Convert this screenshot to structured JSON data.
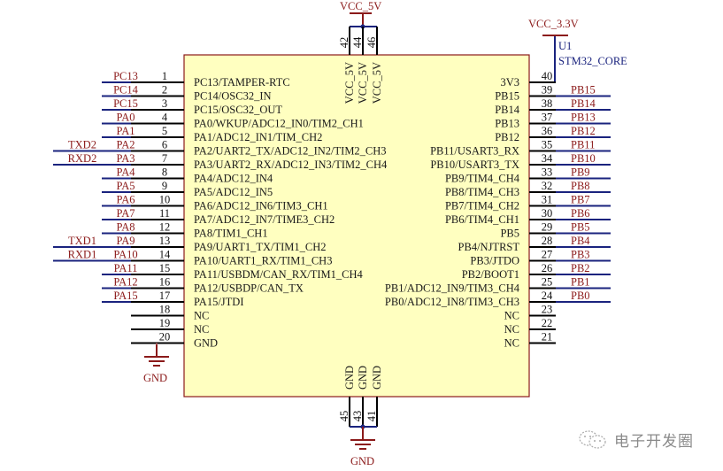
{
  "component": {
    "designator": "U1",
    "part_name": "STM32_CORE",
    "colors": {
      "body_fill": "#ffffc0",
      "body_border": "#8b1a1a",
      "wire": "#1a237e",
      "net_label": "#8b1a1a",
      "pin_line": "#000000"
    }
  },
  "power": {
    "top_net": "VCC_5V",
    "top_pins": [
      "42",
      "44",
      "46"
    ],
    "top_pin_names": [
      "VCC_5V",
      "VCC_5V",
      "VCC_5V"
    ],
    "bottom_net": "GND",
    "bottom_pins": [
      "45",
      "43",
      "41"
    ],
    "bottom_pin_names": [
      "GND",
      "GND",
      "GND"
    ],
    "left_gnd_label": "GND",
    "vcc33_net": "VCC_3.3V"
  },
  "left_pins": [
    {
      "num": "1",
      "func": "PC13/TAMPER-RTC",
      "net": "PC13",
      "ext": ""
    },
    {
      "num": "2",
      "func": "PC14/OSC32_IN",
      "net": "PC14",
      "ext": ""
    },
    {
      "num": "3",
      "func": "PC15/OSC32_OUT",
      "net": "PC15",
      "ext": ""
    },
    {
      "num": "4",
      "func": "PA0/WKUP/ADC12_IN0/TIM2_CH1",
      "net": "PA0",
      "ext": ""
    },
    {
      "num": "5",
      "func": "PA1/ADC12_IN1/TIM_CH2",
      "net": "PA1",
      "ext": ""
    },
    {
      "num": "6",
      "func": "PA2/UART2_TX/ADC12_IN2/TIM2_CH3",
      "net": "PA2",
      "ext": "TXD2"
    },
    {
      "num": "7",
      "func": "PA3/UART2_RX/ADC12_IN3/TIM2_CH4",
      "net": "PA3",
      "ext": "RXD2"
    },
    {
      "num": "8",
      "func": "PA4/ADC12_IN4",
      "net": "PA4",
      "ext": ""
    },
    {
      "num": "9",
      "func": "PA5/ADC12_IN5",
      "net": "PA5",
      "ext": ""
    },
    {
      "num": "10",
      "func": "PA6/ADC12_IN6/TIM3_CH1",
      "net": "PA6",
      "ext": ""
    },
    {
      "num": "11",
      "func": "PA7/ADC12_IN7/TIME3_CH2",
      "net": "PA7",
      "ext": ""
    },
    {
      "num": "12",
      "func": "PA8/TIM1_CH1",
      "net": "PA8",
      "ext": ""
    },
    {
      "num": "13",
      "func": "PA9/UART1_TX/TIM1_CH2",
      "net": "PA9",
      "ext": "TXD1"
    },
    {
      "num": "14",
      "func": "PA10/UART1_RX/TIM1_CH3",
      "net": "PA10",
      "ext": "RXD1"
    },
    {
      "num": "15",
      "func": "PA11/USBDM/CAN_RX/TIM1_CH4",
      "net": "PA11",
      "ext": ""
    },
    {
      "num": "16",
      "func": "PA12/USBDP/CAN_TX",
      "net": "PA12",
      "ext": ""
    },
    {
      "num": "17",
      "func": "PA15/JTDI",
      "net": "PA15",
      "ext": ""
    },
    {
      "num": "18",
      "func": "NC",
      "net": "",
      "ext": ""
    },
    {
      "num": "19",
      "func": "NC",
      "net": "",
      "ext": ""
    },
    {
      "num": "20",
      "func": "GND",
      "net": "",
      "ext": ""
    }
  ],
  "right_pins": [
    {
      "num": "40",
      "func": "3V3",
      "net": ""
    },
    {
      "num": "39",
      "func": "PB15",
      "net": "PB15"
    },
    {
      "num": "38",
      "func": "PB14",
      "net": "PB14"
    },
    {
      "num": "37",
      "func": "PB13",
      "net": "PB13"
    },
    {
      "num": "36",
      "func": "PB12",
      "net": "PB12"
    },
    {
      "num": "35",
      "func": "PB11/USART3_RX",
      "net": "PB11"
    },
    {
      "num": "34",
      "func": "PB10/USART3_TX",
      "net": "PB10"
    },
    {
      "num": "33",
      "func": "PB9/TIM4_CH4",
      "net": "PB9"
    },
    {
      "num": "32",
      "func": "PB8/TIM4_CH3",
      "net": "PB8"
    },
    {
      "num": "31",
      "func": "PB7/TIM4_CH2",
      "net": "PB7"
    },
    {
      "num": "30",
      "func": "PB6/TIM4_CH1",
      "net": "PB6"
    },
    {
      "num": "29",
      "func": "PB5",
      "net": "PB5"
    },
    {
      "num": "28",
      "func": "PB4/NJTRST",
      "net": "PB4"
    },
    {
      "num": "27",
      "func": "PB3/JTDO",
      "net": "PB3"
    },
    {
      "num": "26",
      "func": "PB2/BOOT1",
      "net": "PB2"
    },
    {
      "num": "25",
      "func": "PB1/ADC12_IN9/TIM3_CH4",
      "net": "PB1"
    },
    {
      "num": "24",
      "func": "PB0/ADC12_IN8/TIM3_CH3",
      "net": "PB0"
    },
    {
      "num": "23",
      "func": "NC",
      "net": ""
    },
    {
      "num": "22",
      "func": "NC",
      "net": ""
    },
    {
      "num": "21",
      "func": "NC",
      "net": ""
    }
  ],
  "watermark": {
    "icon": "wechat-icon",
    "text": "电子开发圈"
  }
}
